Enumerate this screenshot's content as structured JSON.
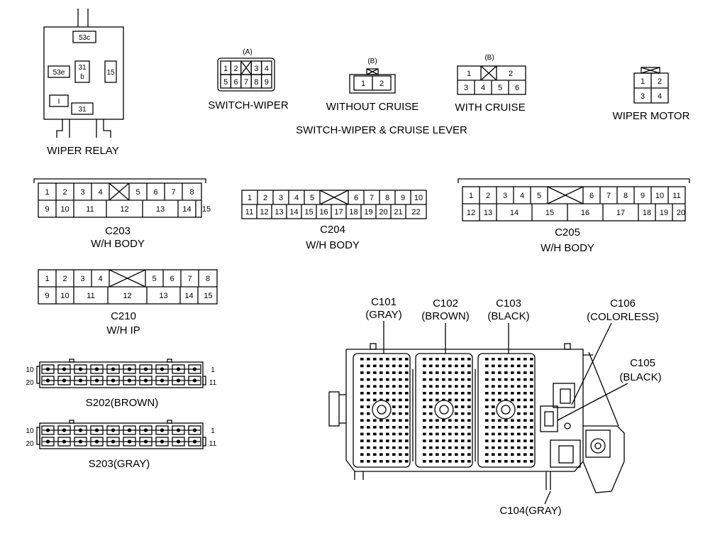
{
  "wiper_relay": {
    "title": "WIPER RELAY",
    "terminals": [
      "53c",
      "53e",
      "31",
      "b",
      "15",
      "I",
      "31"
    ]
  },
  "switch_group": {
    "title": "SWITCH-WIPER & CRUISE LEVER",
    "switch_wiper": {
      "tag": "(A)",
      "title": "SWITCH-WIPER",
      "row1": [
        "1",
        "2",
        "",
        "3",
        "4"
      ],
      "row2": [
        "5",
        "6",
        "7",
        "8",
        "9"
      ]
    },
    "without_cruise": {
      "tag": "(B)",
      "title": "WITHOUT CRUISE",
      "pins": [
        "1",
        "2"
      ]
    },
    "with_cruise": {
      "tag": "(B)",
      "title": "WITH CRUISE",
      "row1": [
        "1",
        "",
        "2"
      ],
      "row2": [
        "3",
        "4",
        "5",
        "6"
      ]
    }
  },
  "wiper_motor": {
    "title": "WIPER MOTOR",
    "row1": [
      "1",
      "2"
    ],
    "row2": [
      "3",
      "4"
    ]
  },
  "c203": {
    "name": "C203",
    "sub": "W/H BODY",
    "row1": [
      "1",
      "2",
      "3",
      "4",
      "",
      "5",
      "6",
      "7",
      "8"
    ],
    "row2": [
      "9",
      "10",
      "11",
      "12",
      "13",
      "14",
      "15"
    ]
  },
  "c204": {
    "name": "C204",
    "sub": "W/H BODY",
    "row1": [
      "1",
      "2",
      "3",
      "4",
      "5",
      "",
      "6",
      "7",
      "8",
      "9",
      "10"
    ],
    "row2": [
      "11",
      "12",
      "13",
      "14",
      "15",
      "16",
      "17",
      "18",
      "19",
      "20",
      "21",
      "22"
    ]
  },
  "c205": {
    "name": "C205",
    "sub": "W/H BODY",
    "row1": [
      "1",
      "2",
      "3",
      "4",
      "5",
      "",
      "6",
      "7",
      "8",
      "9",
      "10",
      "11"
    ],
    "row2": [
      "12",
      "13",
      "14",
      "15",
      "16",
      "17",
      "18",
      "19",
      "20"
    ]
  },
  "c210": {
    "name": "C210",
    "sub": "W/H IP",
    "row1": [
      "1",
      "2",
      "3",
      "4",
      "",
      "5",
      "6",
      "7",
      "8"
    ],
    "row2": [
      "9",
      "10",
      "11",
      "12",
      "13",
      "14",
      "15"
    ]
  },
  "s202": {
    "title": "S202(BROWN)",
    "left_top": "10",
    "left_bottom": "20",
    "right_top": "1",
    "right_bottom": "11"
  },
  "s203": {
    "title": "S203(GRAY)",
    "left_top": "10",
    "left_bottom": "20",
    "right_top": "1",
    "right_bottom": "11"
  },
  "ecm": {
    "c101": {
      "name": "C101",
      "color": "(GRAY)"
    },
    "c102": {
      "name": "C102",
      "color": "(BROWN)"
    },
    "c103": {
      "name": "C103",
      "color": "(BLACK)"
    },
    "c106": {
      "name": "C106",
      "color": "(COLORLESS)"
    },
    "c105": {
      "name": "C105",
      "color": "(BLACK)"
    },
    "c104": {
      "name": "C104(GRAY)"
    }
  }
}
